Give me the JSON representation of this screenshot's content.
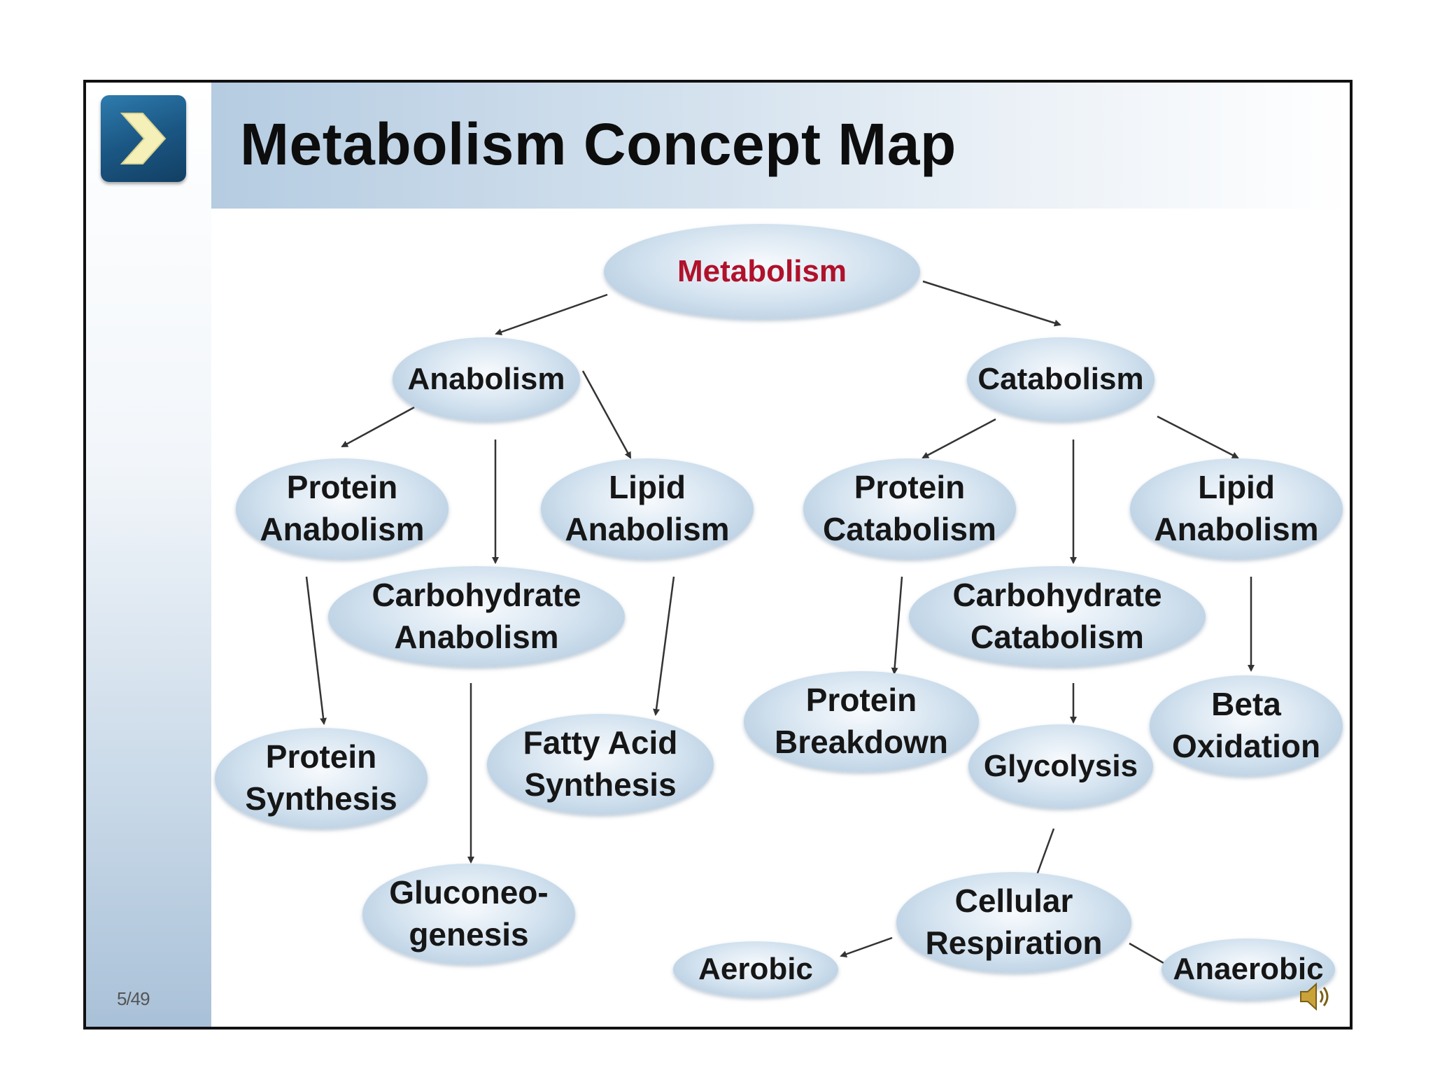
{
  "slide": {
    "title": "Metabolism Concept Map",
    "page_number": "5/49"
  },
  "icons": {
    "logo": "chevron-right-icon",
    "audio": "speaker-icon"
  },
  "colors": {
    "title_band": "#b5cce1",
    "node_fill": "#d7e5f1",
    "root_text": "#b0112b",
    "logo": "#1b5784",
    "logo_arrow": "#f4f0b8"
  },
  "concept_map": {
    "nodes": [
      {
        "id": "metabolism",
        "label": "Metabolism"
      },
      {
        "id": "anabolism",
        "label": "Anabolism"
      },
      {
        "id": "catabolism",
        "label": "Catabolism"
      },
      {
        "id": "protein-anabolism",
        "label": "Protein\nAnabolism"
      },
      {
        "id": "carbohydrate-anabolism",
        "label": "Carbohydrate\nAnabolism"
      },
      {
        "id": "lipid-anabolism",
        "label": "Lipid\nAnabolism"
      },
      {
        "id": "protein-catabolism",
        "label": "Protein\nCatabolism"
      },
      {
        "id": "carbohydrate-catabolism",
        "label": "Carbohydrate\nCatabolism"
      },
      {
        "id": "lipid-anabolism-2",
        "label": "Lipid\nAnabolism"
      },
      {
        "id": "protein-synthesis",
        "label": "Protein\nSynthesis"
      },
      {
        "id": "gluconeogenesis",
        "label": "Gluconeo-\ngenesis"
      },
      {
        "id": "fatty-acid-synthesis",
        "label": "Fatty Acid\nSynthesis"
      },
      {
        "id": "protein-breakdown",
        "label": "Protein\nBreakdown"
      },
      {
        "id": "glycolysis",
        "label": "Glycolysis"
      },
      {
        "id": "beta-oxidation",
        "label": "Beta\nOxidation"
      },
      {
        "id": "cellular-respiration",
        "label": "Cellular\nRespiration"
      },
      {
        "id": "aerobic",
        "label": "Aerobic"
      },
      {
        "id": "anaerobic",
        "label": "Anaerobic"
      }
    ],
    "edges": [
      {
        "from": "metabolism",
        "to": "anabolism"
      },
      {
        "from": "metabolism",
        "to": "catabolism"
      },
      {
        "from": "anabolism",
        "to": "protein-anabolism"
      },
      {
        "from": "anabolism",
        "to": "carbohydrate-anabolism"
      },
      {
        "from": "anabolism",
        "to": "lipid-anabolism"
      },
      {
        "from": "catabolism",
        "to": "protein-catabolism"
      },
      {
        "from": "catabolism",
        "to": "carbohydrate-catabolism"
      },
      {
        "from": "catabolism",
        "to": "lipid-anabolism-2"
      },
      {
        "from": "protein-anabolism",
        "to": "protein-synthesis"
      },
      {
        "from": "carbohydrate-anabolism",
        "to": "gluconeogenesis"
      },
      {
        "from": "lipid-anabolism",
        "to": "fatty-acid-synthesis"
      },
      {
        "from": "protein-catabolism",
        "to": "protein-breakdown"
      },
      {
        "from": "carbohydrate-catabolism",
        "to": "glycolysis"
      },
      {
        "from": "lipid-anabolism-2",
        "to": "beta-oxidation"
      },
      {
        "from": "glycolysis",
        "to": "cellular-respiration"
      },
      {
        "from": "cellular-respiration",
        "to": "aerobic"
      },
      {
        "from": "cellular-respiration",
        "to": "anaerobic"
      }
    ]
  }
}
